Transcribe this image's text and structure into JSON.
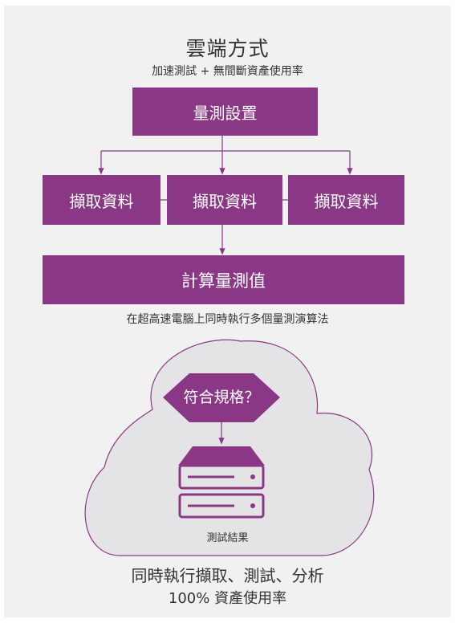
{
  "header": {
    "title": "雲端方式",
    "subtitle": "加速測試 + 無間斷資產使用率"
  },
  "flow": {
    "setup_label": "量測設置",
    "capture_labels": [
      "擷取資料",
      "擷取資料",
      "擷取資料"
    ],
    "compute_label": "計算量測值",
    "compute_caption": "在超高速電腦上同時執行多個量測演算法"
  },
  "cloud": {
    "decision_label": "符合規格？",
    "server_icon": "server-icon",
    "results_label": "測試結果"
  },
  "footer": {
    "line1": "同時執行擷取、測試、分析",
    "line2": "100% 資產使用率"
  },
  "colors": {
    "accent": "#8a3785",
    "line": "#8a3785",
    "panel_bg": "#f1f1f2",
    "cloud_fill": "#e4e4e6"
  }
}
